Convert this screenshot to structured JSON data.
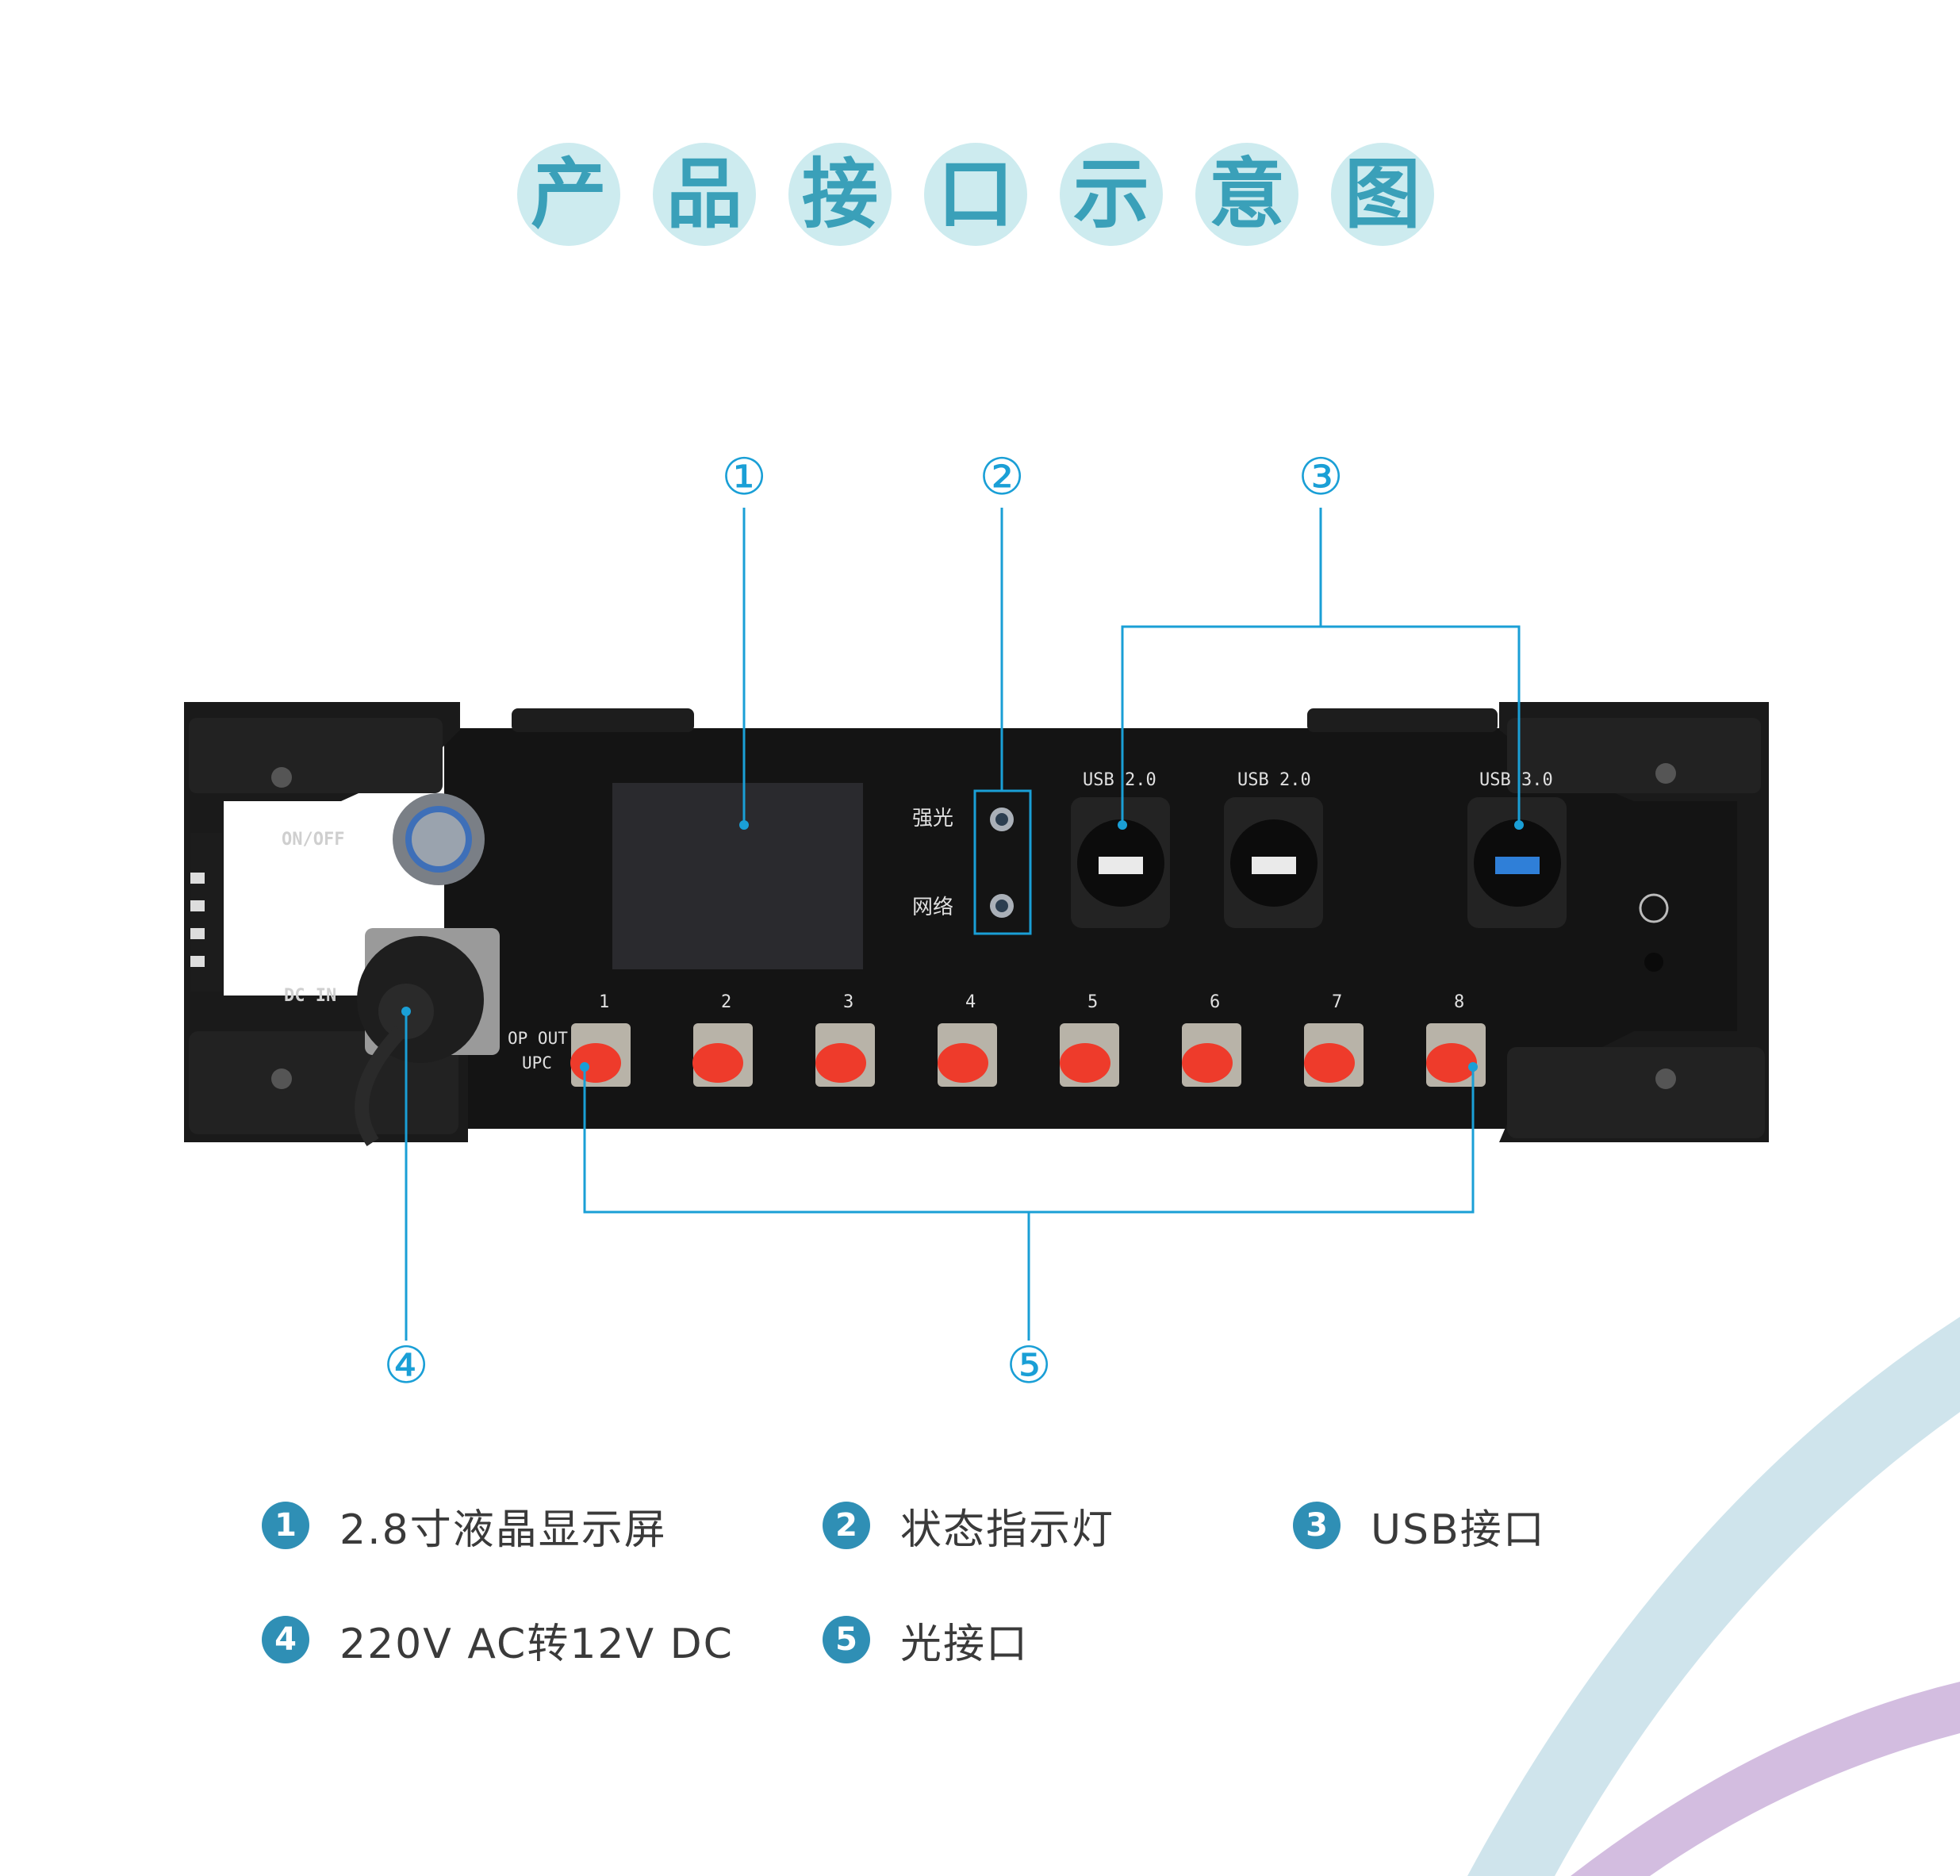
{
  "title": {
    "chars": [
      "产",
      "品",
      "接",
      "口",
      "示",
      "意",
      "图"
    ]
  },
  "device": {
    "power_label": "ON/OFF",
    "dc_in_label": "DC IN",
    "indicator_labels": [
      "强光",
      "网络"
    ],
    "usb_labels": [
      "USB 2.0",
      "USB 2.0",
      "USB 3.0"
    ],
    "port_numbers": [
      "1",
      "2",
      "3",
      "4",
      "5",
      "6",
      "7",
      "8"
    ],
    "op_out_label": "OP OUT",
    "upc_label": "UPC"
  },
  "callouts": [
    "①",
    "②",
    "③",
    "④",
    "⑤"
  ],
  "legend": [
    {
      "num": "1",
      "text": "2.8寸液晶显示屏"
    },
    {
      "num": "2",
      "text": "状态指示灯"
    },
    {
      "num": "3",
      "text": "USB接口"
    },
    {
      "num": "4",
      "text": "220V AC转12V DC"
    },
    {
      "num": "5",
      "text": "光接口"
    }
  ],
  "colors": {
    "accent": "#1a9fd6",
    "title_circle": "#cdebef",
    "title_text": "#3aa0b9",
    "legend_badge": "#2f8fb5",
    "arc_blue": "#c9e1ea",
    "arc_purple": "#cdb6dc",
    "port_cap": "#ee3b2b"
  }
}
